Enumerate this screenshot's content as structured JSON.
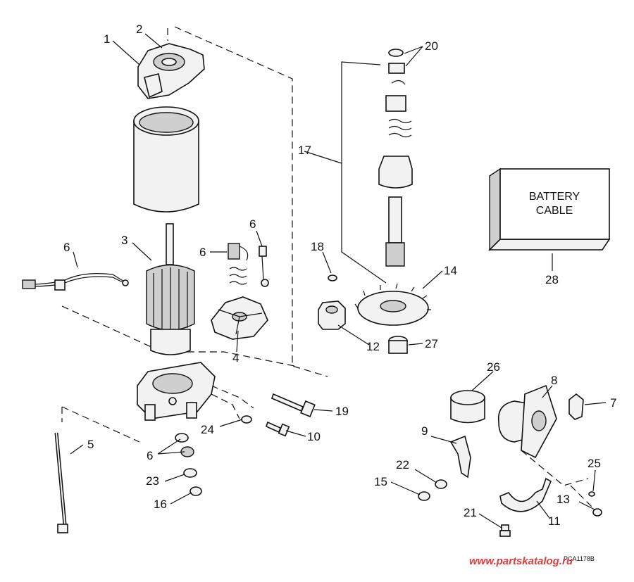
{
  "callouts": [
    {
      "id": "c1",
      "label": "1"
    },
    {
      "id": "c2",
      "label": "2"
    },
    {
      "id": "c3",
      "label": "3"
    },
    {
      "id": "c4",
      "label": "4"
    },
    {
      "id": "c5",
      "label": "5"
    },
    {
      "id": "c6a",
      "label": "6"
    },
    {
      "id": "c6b",
      "label": "6"
    },
    {
      "id": "c6c",
      "label": "6"
    },
    {
      "id": "c6d",
      "label": "6"
    },
    {
      "id": "c7",
      "label": "7"
    },
    {
      "id": "c8",
      "label": "8"
    },
    {
      "id": "c9",
      "label": "9"
    },
    {
      "id": "c10",
      "label": "10"
    },
    {
      "id": "c11",
      "label": "11"
    },
    {
      "id": "c12",
      "label": "12"
    },
    {
      "id": "c13",
      "label": "13"
    },
    {
      "id": "c14",
      "label": "14"
    },
    {
      "id": "c15",
      "label": "15"
    },
    {
      "id": "c16",
      "label": "16"
    },
    {
      "id": "c17",
      "label": "17"
    },
    {
      "id": "c18",
      "label": "18"
    },
    {
      "id": "c19",
      "label": "19"
    },
    {
      "id": "c20",
      "label": "20"
    },
    {
      "id": "c21",
      "label": "21"
    },
    {
      "id": "c22",
      "label": "22"
    },
    {
      "id": "c23",
      "label": "23"
    },
    {
      "id": "c24",
      "label": "24"
    },
    {
      "id": "c25",
      "label": "25"
    },
    {
      "id": "c26",
      "label": "26"
    },
    {
      "id": "c27",
      "label": "27"
    },
    {
      "id": "c28",
      "label": "28"
    }
  ],
  "battery_box": {
    "line1": "BATTERY",
    "line2": "CABLE"
  },
  "drawing_code": "PCA1178B",
  "watermark": "www.partskatalog.ru"
}
